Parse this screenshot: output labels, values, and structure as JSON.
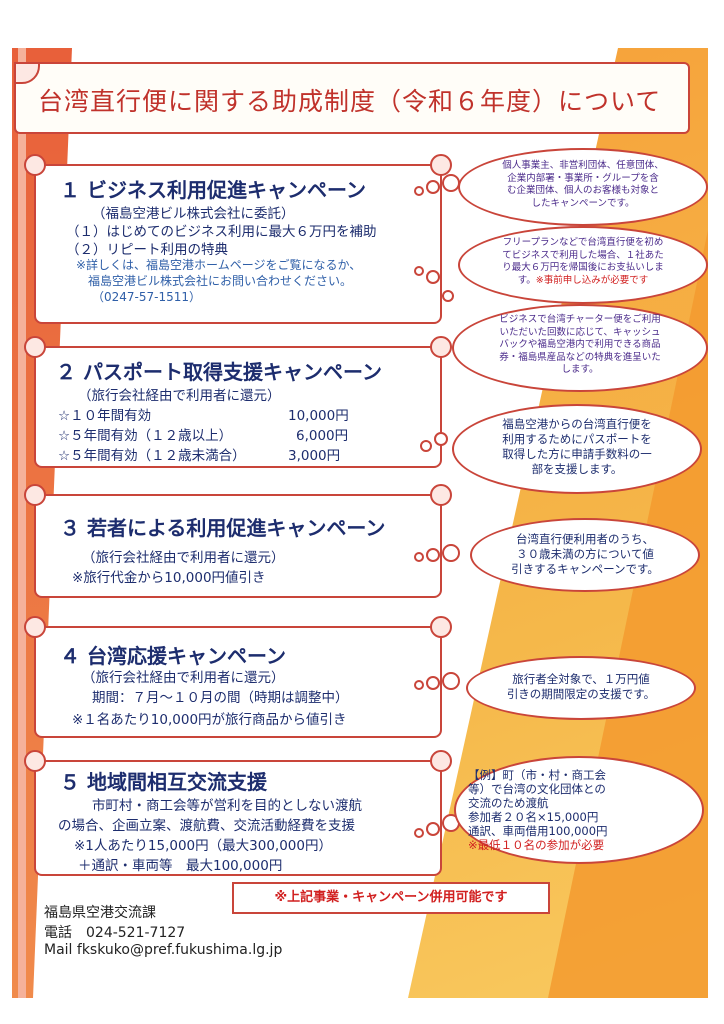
{
  "title": "台湾直行便に関する助成制度（令和６年度）について",
  "sections": [
    {
      "title": "１ ビジネス利用促進キャンペーン",
      "lines": [
        "（福島空港ビル株式会社に委託）",
        "（１）はじめてのビジネス利用に最大６万円を補助",
        "（２）リピート利用の特典"
      ],
      "notes": [
        "※詳しくは、福島空港ホームページをご覧になるか、",
        "福島空港ビル株式会社にお問い合わせください。",
        "（0247-57-1511）"
      ]
    },
    {
      "title": "２ パスポート取得支援キャンペーン",
      "lines": [
        "（旅行会社経由で利用者に還元）"
      ],
      "items": [
        {
          "label": "☆１０年間有効",
          "amount": "10,000円"
        },
        {
          "label": "☆５年間有効（１２歳以上）",
          "amount": "6,000円"
        },
        {
          "label": "☆５年間有効（１２歳未満合）",
          "amount": "3,000円"
        }
      ]
    },
    {
      "title": "３ 若者による利用促進キャンペーン",
      "lines": [
        "（旅行会社経由で利用者に還元）",
        "※旅行代金から10,000円値引き"
      ]
    },
    {
      "title": "４ 台湾応援キャンペーン",
      "lines": [
        "（旅行会社経由で利用者に還元）",
        "期間：７月～１０月の間（時期は調整中）",
        "※１名あたり10,000円が旅行商品から値引き"
      ]
    },
    {
      "title": "５ 地域間相互交流支援",
      "lines": [
        "市町村・商工会等が営利を目的としない渡航",
        "の場合、企画立案、渡航費、交流活動経費を支援",
        "※1人あたり15,000円（最大300,000円）",
        "＋通訳・車両等　最大100,000円"
      ]
    }
  ],
  "clouds": [
    {
      "lines": [
        "個人事業主、非営利団体、任意団体、",
        "企業内部署・事業所・グループを含",
        "む企業団体、個人のお客様も対象と",
        "したキャンペーンです。"
      ]
    },
    {
      "lines": [
        "フリープランなどで台湾直行便を初め",
        "てビジネスで利用した場合、１社あた",
        "り最大６万円を帰国後にお支払いしま",
        "す。"
      ],
      "red": "※事前申し込みが必要です"
    },
    {
      "lines": [
        "ビジネスで台湾チャーター便をご利用",
        "いただいた回数に応じて、キャッシュ",
        "バックや福島空港内で利用できる商品",
        "券・福島県産品などの特典を進呈いた",
        "します。"
      ]
    },
    {
      "lines": [
        "福島空港からの台湾直行便を",
        "利用するためにパスポートを",
        "取得した方に申請手数料の一",
        "部を支援します。"
      ]
    },
    {
      "lines": [
        "台湾直行便利用者のうち、",
        "３０歳未満の方について値",
        "引きするキャンペーンです。"
      ]
    },
    {
      "lines": [
        "旅行者全対象で、１万円値",
        "引きの期間限定の支援です。"
      ]
    },
    {
      "lines": [
        "【例】町（市・村・商工会",
        "等）で台湾の文化団体との",
        "交流のため渡航",
        "参加者２０名×15,000円",
        "通訳、車両借用100,000円"
      ],
      "red": "※最低１０名の参加が必要"
    }
  ],
  "combined_note": "※上記事業・キャンペーン併用可能です",
  "contact": {
    "dept": "福島県空港交流課",
    "tel": "電話　024-521-7127",
    "mail": "Mail  fkskuko@pref.fukushima.lg.jp"
  }
}
